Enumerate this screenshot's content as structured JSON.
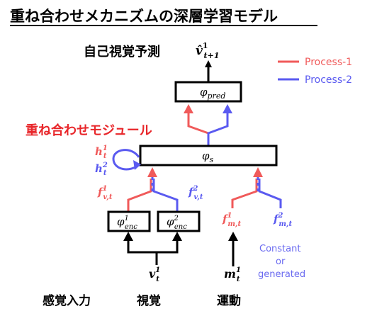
{
  "title": "重ね合わせメカニズムの深層学習モデル",
  "labels": {
    "self_prediction": "自己視覚予測",
    "superposition_module": "重ね合わせモジュール",
    "sensory_input": "感覚入力",
    "vision": "視覚",
    "motor": "運動",
    "constant_line1": "Constant",
    "constant_line2": "or",
    "constant_line3": "generated"
  },
  "legend": {
    "process1_label": "Process-1",
    "process2_label": "Process-2"
  },
  "math": {
    "v_pred_base": "v̂",
    "v_pred_sup": "1",
    "v_pred_sub": "t+1",
    "phi_pred_base": "φ",
    "phi_pred_sub": "pred",
    "phi_s_base": "φ",
    "phi_s_sub": "s",
    "h1_base": "h",
    "h1_sup": "1",
    "h1_sub": "t",
    "h2_base": "h",
    "h2_sup": "2",
    "h2_sub": "t",
    "fv1_base": "f",
    "fv1_sup": "1",
    "fv1_sub": "v,t",
    "fv2_base": "f",
    "fv2_sup": "2",
    "fv2_sub": "v,t",
    "fm1_base": "f",
    "fm1_sup": "1",
    "fm1_sub": "m,t",
    "fm2_base": "f",
    "fm2_sup": "2",
    "fm2_sub": "m,t",
    "enc1_base": "φ",
    "enc1_sup": "1",
    "enc1_sub": "enc",
    "enc2_base": "φ",
    "enc2_sup": "2",
    "enc2_sub": "enc",
    "vt_base": "v",
    "vt_sup": "1",
    "vt_sub": "t",
    "mt_base": "m",
    "mt_sup": "1",
    "mt_sub": "t"
  },
  "colors": {
    "process1": "#f05a5a",
    "process2": "#5a5af0",
    "title_red": "#e8262a",
    "black": "#000000",
    "constant_text": "#6a6af0"
  }
}
